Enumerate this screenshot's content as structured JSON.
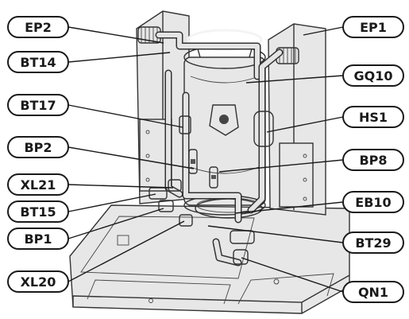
{
  "labels": {
    "ep2": "EP2",
    "bt14": "BT14",
    "bt17": "BT17",
    "bp2": "BP2",
    "xl21": "XL21",
    "bt15": "BT15",
    "bp1": "BP1",
    "xl20": "XL20",
    "ep1": "EP1",
    "gq10": "GQ10",
    "hs1": "HS1",
    "bp8": "BP8",
    "eb10": "EB10",
    "bt29": "BT29",
    "qn1": "QN1"
  },
  "colors": {
    "outline": "#1a1a1a",
    "part_fill": "#e7e7e7",
    "background": "#ffffff"
  }
}
